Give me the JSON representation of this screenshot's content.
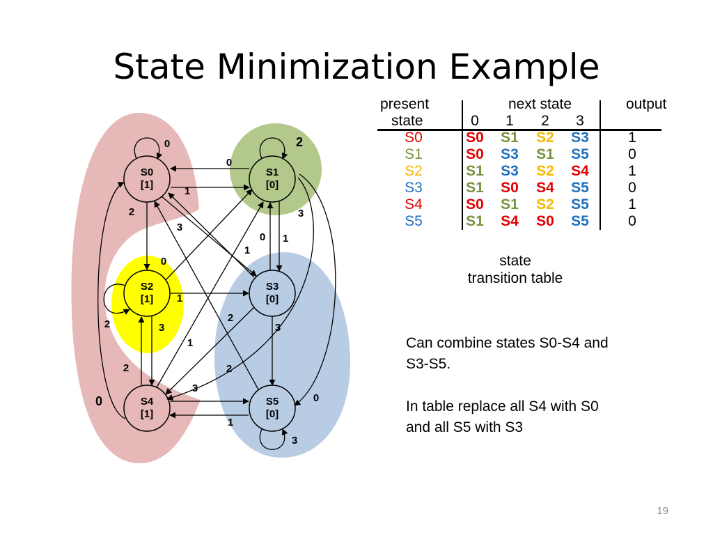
{
  "title": "State Minimization Example",
  "colors": {
    "group_s0_s4": "#e6b8b7",
    "group_s1": "#b3c98c",
    "group_s3_s5": "#b8cce4",
    "group_s2": "#ffff00",
    "s0": "#e30000",
    "s1": "#77933c",
    "s2": "#f5b800",
    "s3": "#1f6fbf",
    "s4": "#e30000",
    "s5": "#1f6fbf"
  },
  "diagram": {
    "nodes": [
      {
        "id": "S0",
        "line1": "S0",
        "line2": "[1]"
      },
      {
        "id": "S1",
        "line1": "S1",
        "line2": "[0]"
      },
      {
        "id": "S2",
        "line1": "S2",
        "line2": "[1]"
      },
      {
        "id": "S3",
        "line1": "S3",
        "line2": "[0]"
      },
      {
        "id": "S4",
        "line1": "S4",
        "line2": "[1]"
      },
      {
        "id": "S5",
        "line1": "S5",
        "line2": "[0]"
      }
    ],
    "edge_labels": [
      "0",
      "2",
      "0",
      "1",
      "2",
      "3",
      "3",
      "0",
      "1",
      "1",
      "0",
      "1",
      "2",
      "2",
      "3",
      "3",
      "1",
      "2",
      "2",
      "3",
      "0",
      "0",
      "1",
      "3"
    ]
  },
  "table": {
    "header": {
      "present_line1": "present",
      "present_line2": "state",
      "next_line1": "next state",
      "inputs": [
        "0",
        "1",
        "2",
        "3"
      ],
      "output": "output"
    },
    "rows": [
      {
        "present": "S0",
        "next": [
          "S0",
          "S1",
          "S2",
          "S3"
        ],
        "output": "1"
      },
      {
        "present": "S1",
        "next": [
          "S0",
          "S3",
          "S1",
          "S5"
        ],
        "output": "0"
      },
      {
        "present": "S2",
        "next": [
          "S1",
          "S3",
          "S2",
          "S4"
        ],
        "output": "1"
      },
      {
        "present": "S3",
        "next": [
          "S1",
          "S0",
          "S4",
          "S5"
        ],
        "output": "0"
      },
      {
        "present": "S4",
        "next": [
          "S0",
          "S1",
          "S2",
          "S5"
        ],
        "output": "1"
      },
      {
        "present": "S5",
        "next": [
          "S1",
          "S4",
          "S0",
          "S5"
        ],
        "output": "0"
      }
    ],
    "caption_line1": "state",
    "caption_line2": "transition table"
  },
  "notes": {
    "combine_line1": "Can combine states S0-S4 and",
    "combine_line2": "S3-S5.",
    "replace_line1": "In table replace all S4 with S0",
    "replace_line2": "and all S5 with S3"
  },
  "page_number": "19"
}
